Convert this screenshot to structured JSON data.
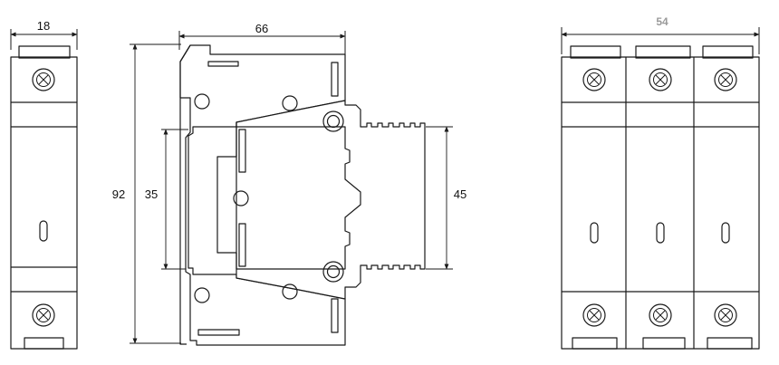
{
  "dimensions": {
    "single_width": "18",
    "side_depth": "66",
    "side_height": "92",
    "rail_width": "35",
    "front_height": "45",
    "triple_width": "54"
  },
  "icons": {
    "terminal_screw": "terminal-screw-icon",
    "indicator_window": "indicator-window-icon"
  },
  "colors": {
    "line": "#1a1a1a",
    "grey_label": "#9a9a9a"
  }
}
